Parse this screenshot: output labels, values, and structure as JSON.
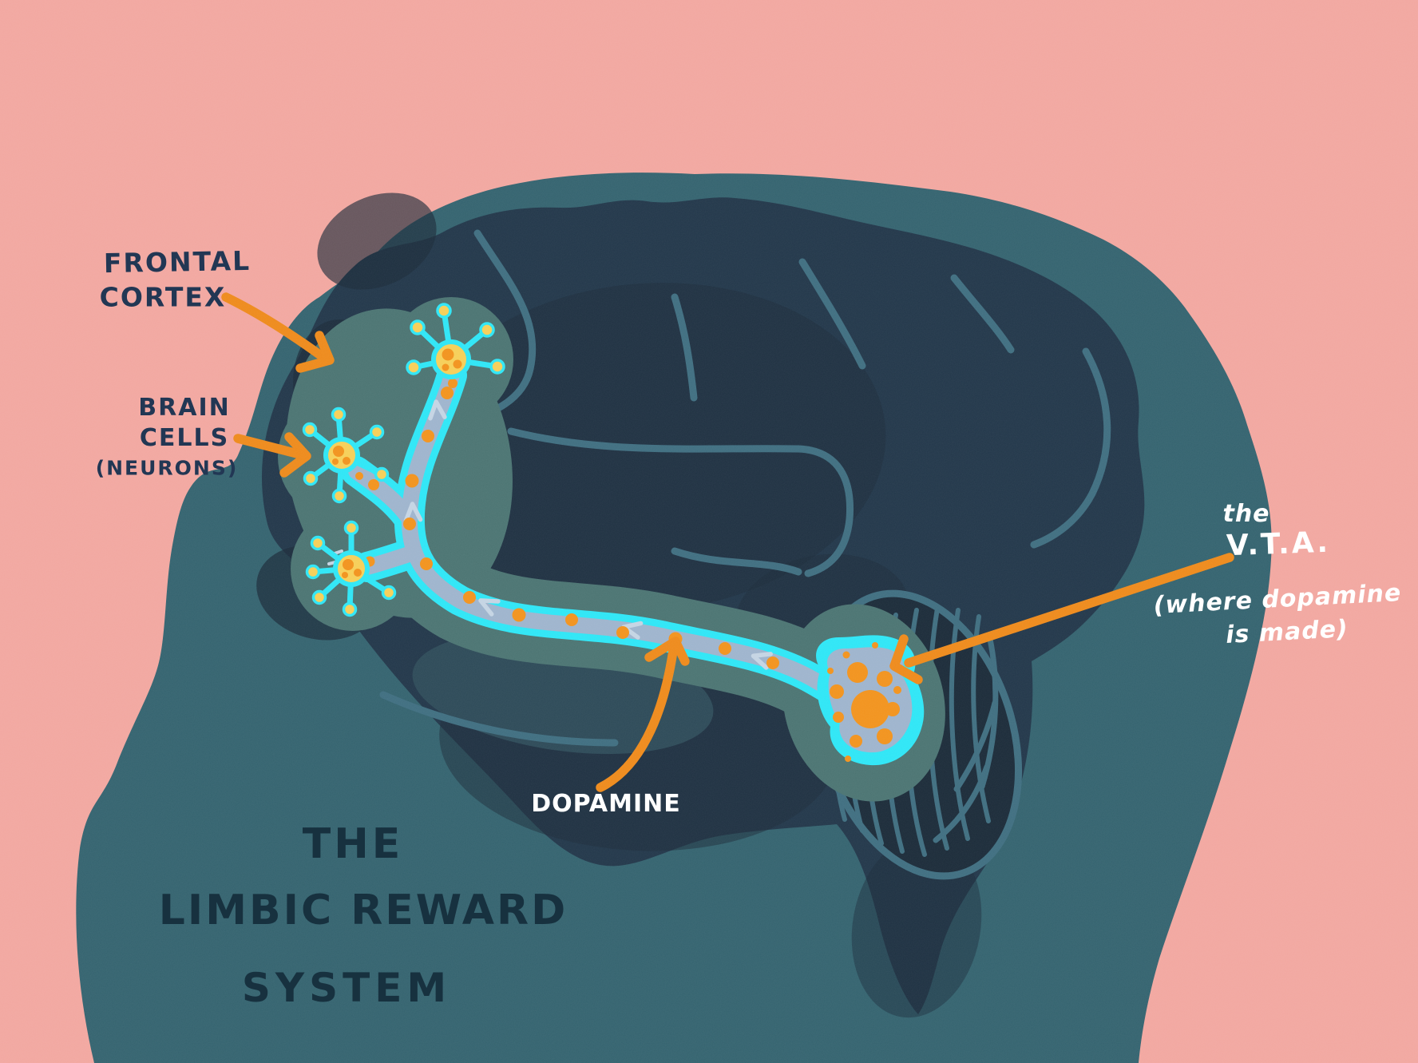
{
  "title": {
    "line1": "THE",
    "line2": "LIMBIC REWARD",
    "line3": "SYSTEM"
  },
  "labels": {
    "frontal_cortex": {
      "line1": "FRONTAL",
      "line2": "CORTEX"
    },
    "brain_cells": {
      "line1": "BRAIN",
      "line2": "CELLS",
      "line3": "(NEURONS)"
    },
    "vta": {
      "lead_in": "the",
      "name": "V.T.A.",
      "note_line1": "(where dopamine",
      "note_line2": "is made)"
    },
    "dopamine": "DOPAMINE"
  },
  "colors": {
    "background_pink": "#f2a7a0",
    "head_teal": "#34636f",
    "brain_navy": "#22374a",
    "brain_shadow": "#1b2b39",
    "inner_light_band": "#2d4a58",
    "fold_teal": "#3f6e80",
    "halo_sage": "#4b7472",
    "pathway_slate": "#9eb4cd",
    "pathway_cyan": "#2ee6f6",
    "flow_chevron": "#c4d4e3",
    "dot_orange": "#f2931d",
    "arrow_orange": "#ee8a1b",
    "neuron_yellow": "#f6cf58",
    "label_navy": "#223754",
    "title_navy": "#17313f",
    "label_white": "#ffffff"
  }
}
